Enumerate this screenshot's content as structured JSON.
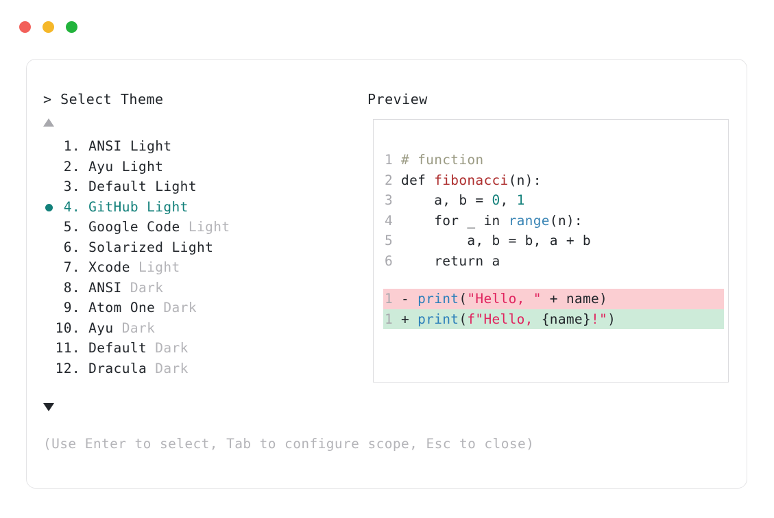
{
  "window": {
    "dots": [
      {
        "name": "close-dot",
        "color": "#f2605a"
      },
      {
        "name": "minimize-dot",
        "color": "#f5b729"
      },
      {
        "name": "maximize-dot",
        "color": "#22b33c"
      }
    ]
  },
  "prompt": {
    "marker": "> ",
    "title": "Select Theme"
  },
  "preview": {
    "title": "Preview"
  },
  "scroll": {
    "up_icon": "triangle-up",
    "down_icon": "triangle-down",
    "up_color": "#a8a8ad",
    "down_color": "#22262b"
  },
  "selection": {
    "bullet_icon": "filled-circle",
    "accent_color": "#12807a",
    "selected_index": 4
  },
  "themes": [
    {
      "num": " 1.",
      "name": "ANSI",
      "suffix": "Light",
      "suffix_style": "strong",
      "selected": false
    },
    {
      "num": " 2.",
      "name": "Ayu",
      "suffix": "Light",
      "suffix_style": "strong",
      "selected": false
    },
    {
      "num": " 3.",
      "name": "Default",
      "suffix": "Light",
      "suffix_style": "strong",
      "selected": false
    },
    {
      "num": " 4.",
      "name": "GitHub",
      "suffix": "Light",
      "suffix_style": "strong",
      "selected": true
    },
    {
      "num": " 5.",
      "name": "Google Code",
      "suffix": "Light",
      "suffix_style": "dim",
      "selected": false
    },
    {
      "num": " 6.",
      "name": "Solarized",
      "suffix": "Light",
      "suffix_style": "strong",
      "selected": false
    },
    {
      "num": " 7.",
      "name": "Xcode",
      "suffix": "Light",
      "suffix_style": "dim",
      "selected": false
    },
    {
      "num": " 8.",
      "name": "ANSI",
      "suffix": "Dark",
      "suffix_style": "dim",
      "selected": false
    },
    {
      "num": " 9.",
      "name": "Atom One",
      "suffix": "Dark",
      "suffix_style": "dim",
      "selected": false
    },
    {
      "num": "10.",
      "name": "Ayu",
      "suffix": "Dark",
      "suffix_style": "dim",
      "selected": false
    },
    {
      "num": "11.",
      "name": "Default",
      "suffix": "Dark",
      "suffix_style": "dim",
      "selected": false
    },
    {
      "num": "12.",
      "name": "Dracula",
      "suffix": "Dark",
      "suffix_style": "dim",
      "selected": false
    }
  ],
  "help": {
    "text": "(Use Enter to select, Tab to configure scope, Esc to close)"
  },
  "code": {
    "lines": [
      {
        "gutter": "1",
        "tokens": [
          {
            "t": "# function",
            "c": "comment"
          }
        ]
      },
      {
        "gutter": "2",
        "tokens": [
          {
            "t": "def ",
            "c": "keyword"
          },
          {
            "t": "fibonacci",
            "c": "fn"
          },
          {
            "t": "(n):",
            "c": "punct"
          }
        ]
      },
      {
        "gutter": "3",
        "tokens": [
          {
            "t": "    a, b = ",
            "c": "plain"
          },
          {
            "t": "0",
            "c": "num"
          },
          {
            "t": ", ",
            "c": "plain"
          },
          {
            "t": "1",
            "c": "num"
          }
        ]
      },
      {
        "gutter": "4",
        "tokens": [
          {
            "t": "    for _ in ",
            "c": "plain"
          },
          {
            "t": "range",
            "c": "builtin"
          },
          {
            "t": "(n):",
            "c": "punct"
          }
        ]
      },
      {
        "gutter": "5",
        "tokens": [
          {
            "t": "        a, b = b, a + b",
            "c": "plain"
          }
        ]
      },
      {
        "gutter": "6",
        "tokens": [
          {
            "t": "    return a",
            "c": "plain"
          }
        ]
      }
    ]
  },
  "diff": {
    "removed": {
      "gutter": "1",
      "mark": "-",
      "bg": "#fbced2",
      "tokens": [
        {
          "t": "print",
          "c": "print"
        },
        {
          "t": "(",
          "c": "punct"
        },
        {
          "t": "\"Hello, \"",
          "c": "string"
        },
        {
          "t": " + name)",
          "c": "plain"
        }
      ]
    },
    "added": {
      "gutter": "1",
      "mark": "+",
      "bg": "#cdebd9",
      "tokens": [
        {
          "t": "print",
          "c": "print"
        },
        {
          "t": "(",
          "c": "punct"
        },
        {
          "t": "f\"Hello, ",
          "c": "string"
        },
        {
          "t": "{name}",
          "c": "plain"
        },
        {
          "t": "!\"",
          "c": "string"
        },
        {
          "t": ")",
          "c": "punct"
        }
      ]
    }
  }
}
